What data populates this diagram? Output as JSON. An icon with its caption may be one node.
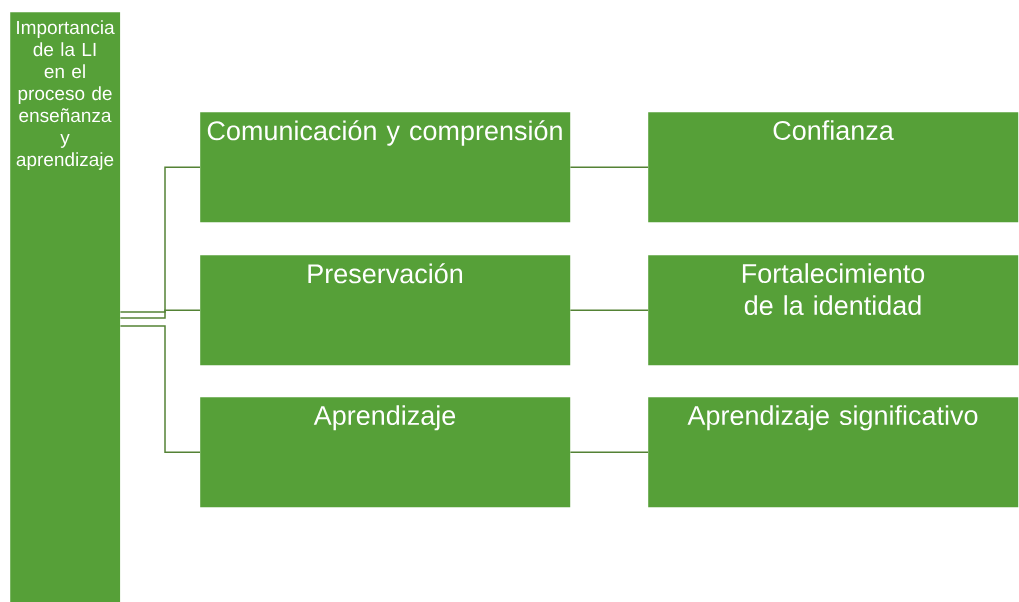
{
  "diagram": {
    "nodes": [
      {
        "text": [
          "Importancia de la LI en el proceso de enseñanza y aprendizaje"
        ]
      },
      {
        "text": [
          "Comunicación y comprensión"
        ]
      },
      {
        "text": [
          "Preservación"
        ]
      },
      {
        "text": [
          "Aprendizaje"
        ]
      },
      {
        "text": [
          "Confianza"
        ]
      },
      {
        "text": [
          "Fortalecimiento de la identidad"
        ]
      },
      {
        "text": [
          "Aprendizaje significativo"
        ]
      }
    ],
    "edges": [
      {
        "from": 0,
        "to": 1,
        "arrow": "none"
      },
      {
        "from": 0,
        "to": 2,
        "arrow": "none"
      },
      {
        "from": 0,
        "to": 3,
        "arrow": "none"
      },
      {
        "from": 1,
        "to": 4,
        "arrow": "none"
      },
      {
        "from": 2,
        "to": 5,
        "arrow": "none"
      },
      {
        "from": 3,
        "to": 6,
        "arrow": "none"
      }
    ]
  }
}
